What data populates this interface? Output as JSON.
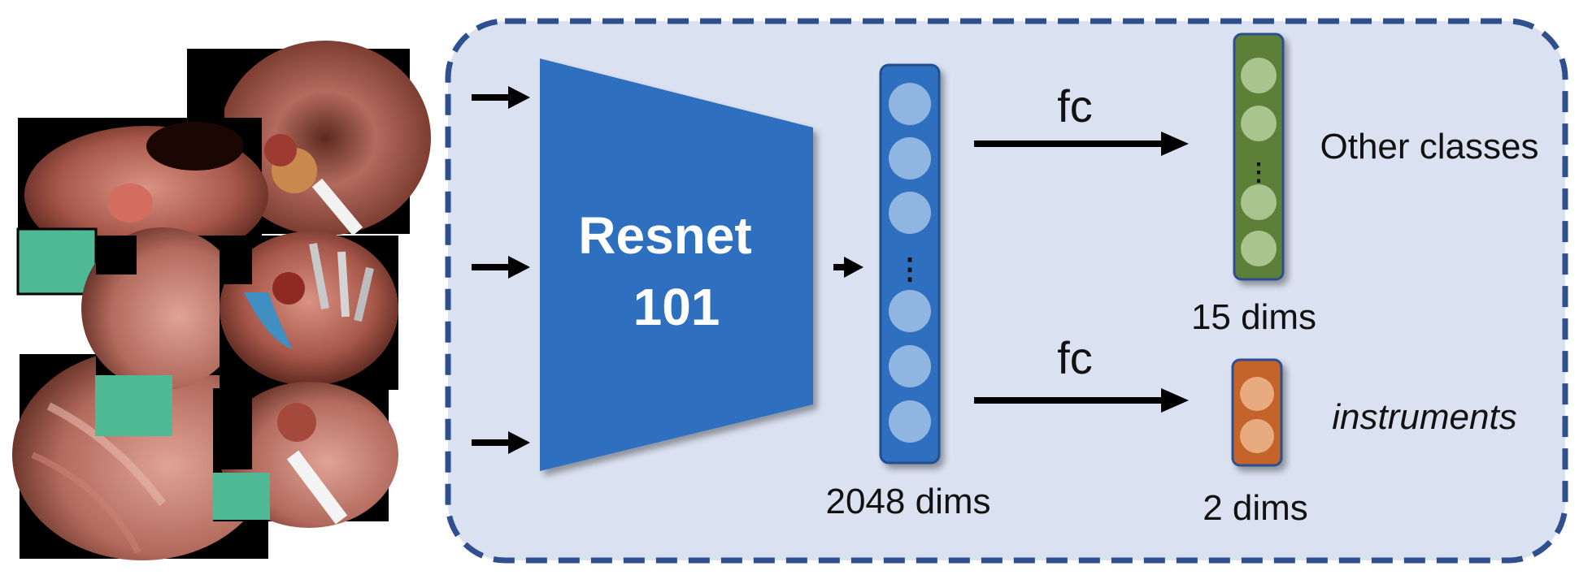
{
  "model": {
    "name_line1": "Resnet",
    "name_line2": "101"
  },
  "features": {
    "label": "2048 dims",
    "ellipsis": "⋮",
    "color": "#2e6fbf",
    "node_color": "#8fb5e0"
  },
  "heads": [
    {
      "op_label": "fc",
      "output_label": "Other classes",
      "dims_label": "15 dims",
      "ellipsis": "⋮",
      "color": "#5b8037",
      "node_color": "#a9c48e"
    },
    {
      "op_label": "fc",
      "output_label": "instruments",
      "dims_label": "2 dims",
      "color": "#c4632a",
      "node_color": "#e8ab80"
    }
  ],
  "colors": {
    "panel_fill": "#dae1f0",
    "panel_border": "#2f4f8f",
    "resnet_fill": "#2e6fbf",
    "arrow": "#000000"
  },
  "images": {
    "description_icons": [
      "endoscopy-image-1",
      "endoscopy-image-2",
      "endoscopy-image-3",
      "endoscopy-image-4",
      "endoscopy-image-5",
      "endoscopy-image-6"
    ]
  }
}
